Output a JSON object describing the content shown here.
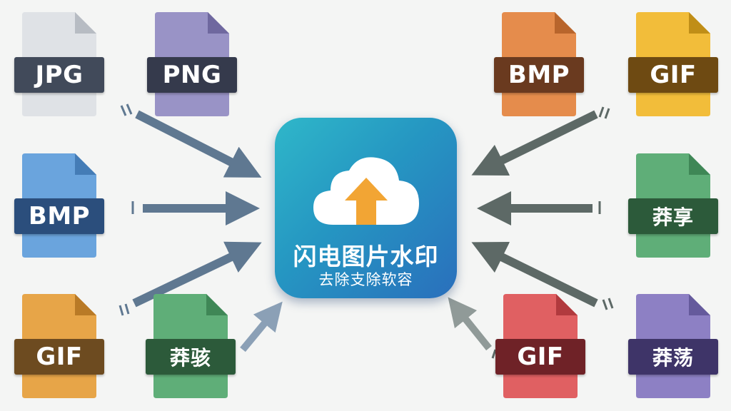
{
  "app": {
    "title": "闪电图片水印",
    "subtitle": "去除支除软容",
    "gradient": [
      "#2fb7c9",
      "#2a6fbc"
    ],
    "icon": "cloud-upload-icon"
  },
  "left_files": [
    {
      "label": "JPG",
      "color": "#dfe2e6",
      "band": "#414a5a"
    },
    {
      "label": "PNG",
      "color": "#9993c6",
      "band": "#353a4c"
    },
    {
      "label": "BMP",
      "color": "#6aa4dd",
      "band": "#2b4e7c"
    },
    {
      "label": "GIF",
      "color": "#e7a548",
      "band": "#6d4b20"
    },
    {
      "label": "莽骇",
      "color": "#5fae78",
      "band": "#2c5a3a"
    }
  ],
  "right_files": [
    {
      "label": "BMP",
      "color": "#e58c4c",
      "band": "#6a3a1f"
    },
    {
      "label": "GIF",
      "color": "#f2bd3a",
      "band": "#6e4a12"
    },
    {
      "label": "莽享",
      "color": "#5fae78",
      "band": "#2c5a3a"
    },
    {
      "label": "GIF",
      "color": "#e06062",
      "band": "#6f2227"
    },
    {
      "label": "莽荡",
      "color": "#8d80c4",
      "band": "#3e3468"
    }
  ],
  "arrow_colors": {
    "left": "#5f7891",
    "right": "#5d6966"
  }
}
